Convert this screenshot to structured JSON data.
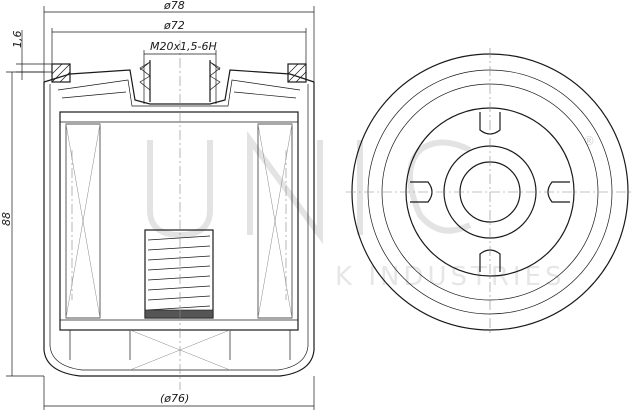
{
  "dimensions": {
    "outer_diameter": "ø78",
    "gasket_diameter": "ø72",
    "thread": "M20x1,5-6H",
    "gasket_thickness": "1,6",
    "height": "88",
    "body_diameter": "(ø76)"
  },
  "watermark": {
    "logo_text": "UNIC",
    "sub_text": "K INDUSTRIES",
    "registered_mark": "®"
  }
}
